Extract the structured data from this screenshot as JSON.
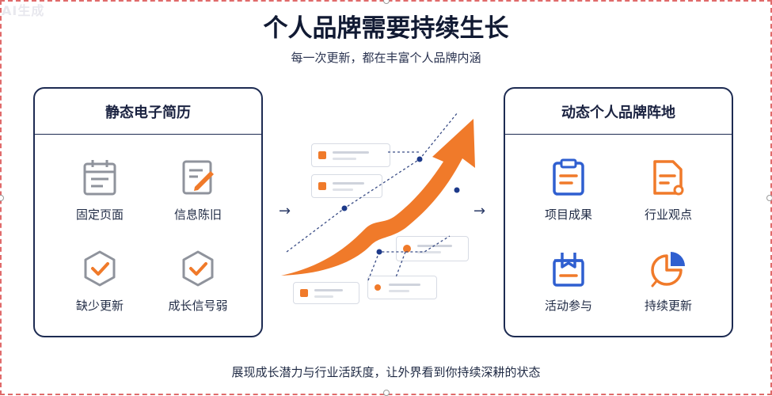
{
  "watermark": "AI生成",
  "title": "个人品牌需要持续生长",
  "subtitle": "每一次更新，都在丰富个人品牌内涵",
  "left_panel": {
    "title": "静态电子简历",
    "items": [
      {
        "label": "固定页面",
        "icon": "calendar-icon"
      },
      {
        "label": "信息陈旧",
        "icon": "edit-document-icon"
      },
      {
        "label": "缺少更新",
        "icon": "hexagon-check-icon"
      },
      {
        "label": "成长信号弱",
        "icon": "hexagon-check-icon"
      }
    ]
  },
  "right_panel": {
    "title": "动态个人品牌阵地",
    "items": [
      {
        "label": "项目成果",
        "icon": "clipboard-icon"
      },
      {
        "label": "行业观点",
        "icon": "document-icon"
      },
      {
        "label": "活动参与",
        "icon": "gift-box-icon"
      },
      {
        "label": "持续更新",
        "icon": "pie-chart-icon"
      }
    ]
  },
  "bottom_text": "展现成长潜力与行业活跃度，让外界看到你持续深耕的状态",
  "colors": {
    "accent": "#f07a2a",
    "navy": "#1d2b52",
    "blue": "#2f5fd0"
  }
}
